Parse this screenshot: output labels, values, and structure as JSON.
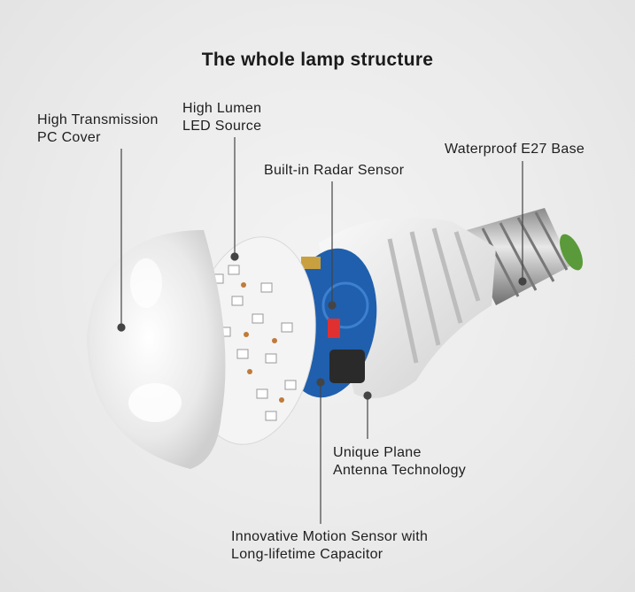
{
  "title": "The whole lamp structure",
  "labels": {
    "pc_cover": [
      "High Transmission",
      "PC Cover"
    ],
    "led_source": [
      "High Lumen",
      "LED Source"
    ],
    "radar_sensor": "Built-in Radar Sensor",
    "e27_base": "Waterproof E27 Base",
    "antenna": [
      "Unique Plane",
      "Antenna Technology"
    ],
    "motion_sensor": [
      "Innovative Motion Sensor with",
      "Long-lifetime Capacitor"
    ]
  },
  "colors": {
    "pcb_blue": "#1f5fae",
    "background": "#ebebeb",
    "leader_line": "#444444"
  }
}
